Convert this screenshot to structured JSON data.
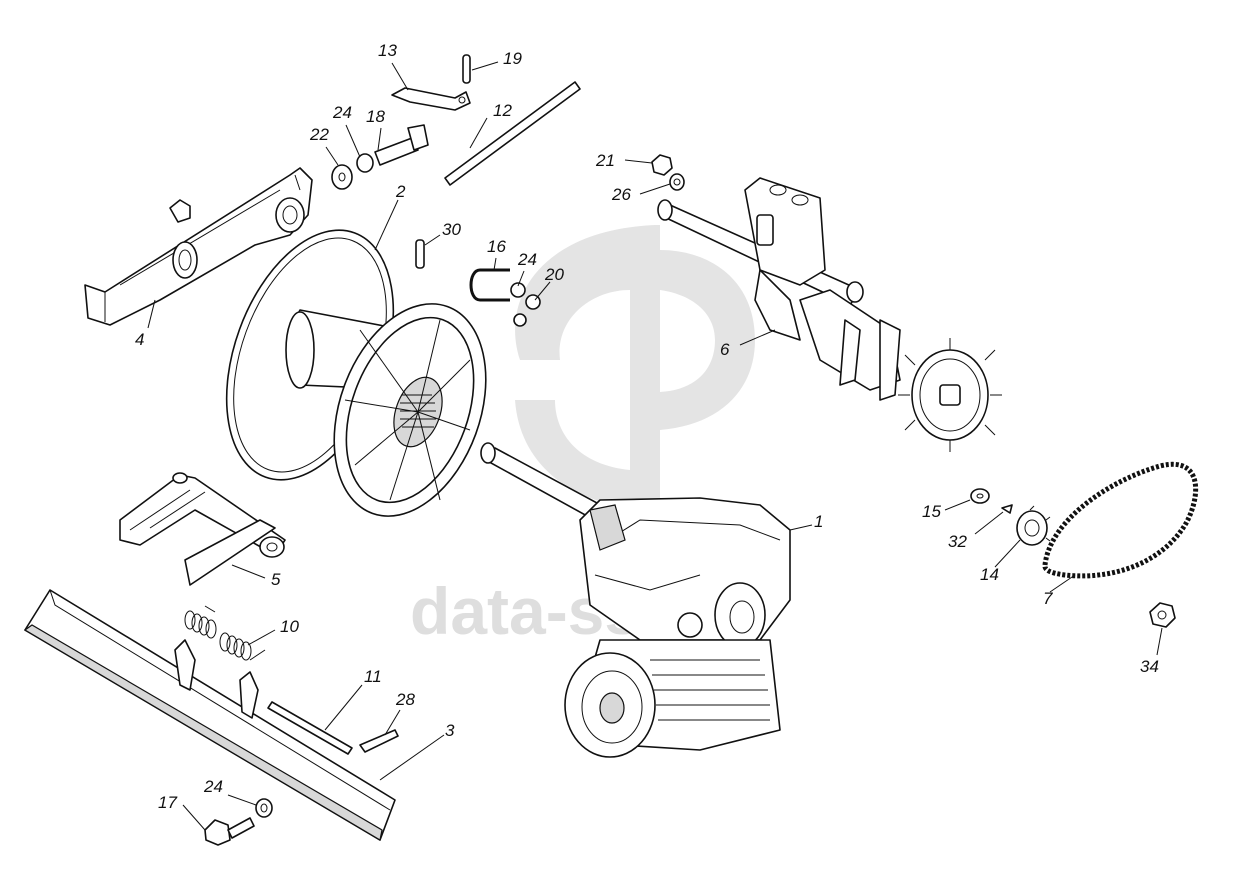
{
  "watermark": {
    "text": "data-ss",
    "color": "#dedede"
  },
  "labels": {
    "l1": "1",
    "l2": "2",
    "l3": "3",
    "l4": "4",
    "l5": "5",
    "l6": "6",
    "l7": "7",
    "l10": "10",
    "l11": "11",
    "l12": "12",
    "l13": "13",
    "l14": "14",
    "l15": "15",
    "l16": "16",
    "l17": "17",
    "l18": "18",
    "l19": "19",
    "l20": "20",
    "l21": "21",
    "l22": "22",
    "l24a": "24",
    "l24b": "24",
    "l24c": "24",
    "l26": "26",
    "l28": "28",
    "l30": "30",
    "l32": "32",
    "l34": "34"
  },
  "colors": {
    "line": "#111111",
    "shade": "#d8d8d8",
    "paper": "#ffffff"
  }
}
